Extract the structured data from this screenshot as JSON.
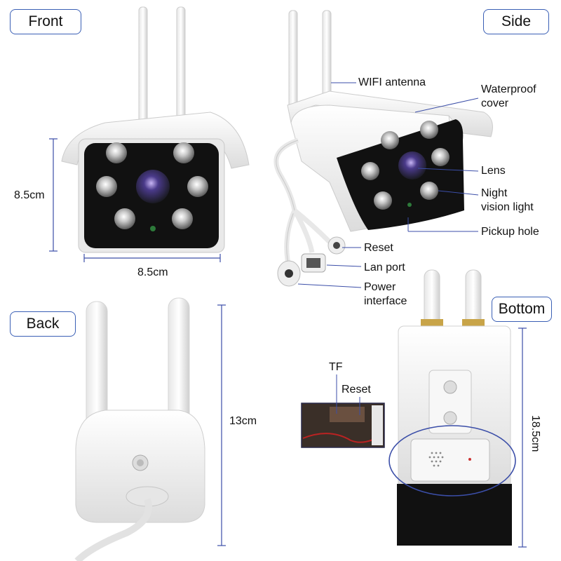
{
  "views": {
    "front": "Front",
    "side": "Side",
    "back": "Back",
    "bottom": "Bottom"
  },
  "dimensions": {
    "front_height": "8.5cm",
    "front_width": "8.5cm",
    "back_height": "13cm",
    "bottom_length": "18.5cm"
  },
  "callouts": {
    "wifi_antenna": "WIFI antenna",
    "waterproof_cover_1": "Waterproof",
    "waterproof_cover_2": "cover",
    "lens": "Lens",
    "night_vision_1": "Night",
    "night_vision_2": "vision light",
    "pickup_hole": "Pickup hole",
    "reset": "Reset",
    "lan_port": "Lan port",
    "power_1": "Power",
    "power_2": "interface",
    "tf": "TF",
    "bottom_reset": "Reset"
  },
  "colors": {
    "label_border": "#3a5fb5",
    "dimension_line": "#3b4ea8",
    "camera_body": "#f2f2f2",
    "camera_face": "#111111",
    "ir_led": "#9a9a9a"
  }
}
